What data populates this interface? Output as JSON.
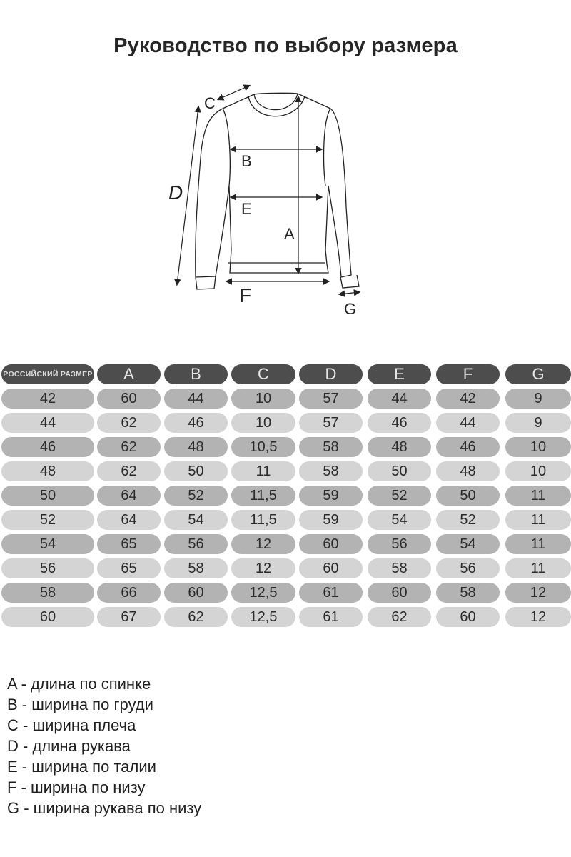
{
  "title": "Руководство по выбору размера",
  "diagram": {
    "labels": {
      "A": "A",
      "B": "B",
      "C": "C",
      "D": "D",
      "E": "E",
      "F": "F",
      "G": "G"
    }
  },
  "table": {
    "headers": [
      "РОССИЙСКИЙ РАЗМЕР",
      "A",
      "B",
      "C",
      "D",
      "E",
      "F",
      "G"
    ],
    "rows": [
      [
        "42",
        "60",
        "44",
        "10",
        "57",
        "44",
        "42",
        "9"
      ],
      [
        "44",
        "62",
        "46",
        "10",
        "57",
        "46",
        "44",
        "9"
      ],
      [
        "46",
        "62",
        "48",
        "10,5",
        "58",
        "48",
        "46",
        "10"
      ],
      [
        "48",
        "62",
        "50",
        "11",
        "58",
        "50",
        "48",
        "10"
      ],
      [
        "50",
        "64",
        "52",
        "11,5",
        "59",
        "52",
        "50",
        "11"
      ],
      [
        "52",
        "64",
        "54",
        "11,5",
        "59",
        "54",
        "52",
        "11"
      ],
      [
        "54",
        "65",
        "56",
        "12",
        "60",
        "56",
        "54",
        "11"
      ],
      [
        "56",
        "65",
        "58",
        "12",
        "60",
        "58",
        "56",
        "11"
      ],
      [
        "58",
        "66",
        "60",
        "12,5",
        "61",
        "60",
        "58",
        "12"
      ],
      [
        "60",
        "67",
        "62",
        "12,5",
        "61",
        "62",
        "60",
        "12"
      ]
    ],
    "colors": {
      "header": "#4d4d4d",
      "row_dark": "#b3b3b3",
      "row_light": "#d4d4d4"
    }
  },
  "legend": [
    "A - длина по спинке",
    "B - ширина по груди",
    "C - ширина плеча",
    "D - длина рукава",
    "E - ширина по талии",
    "F - ширина по низу",
    "G - ширина рукава по низу"
  ]
}
